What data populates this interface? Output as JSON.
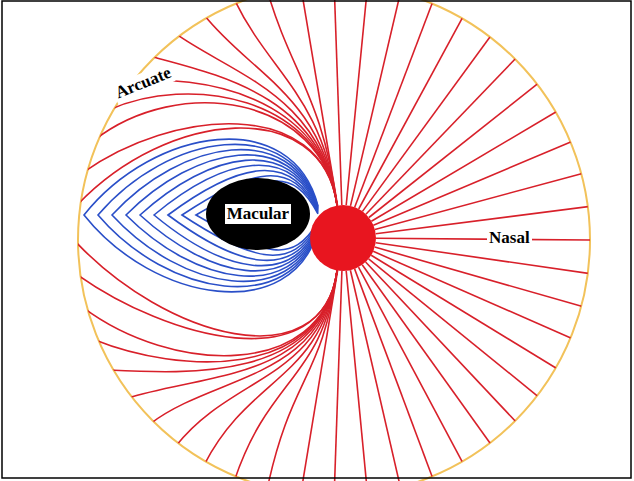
{
  "diagram": {
    "labels": [
      "Arcuate",
      "Macular",
      "Nasal"
    ]
  }
}
